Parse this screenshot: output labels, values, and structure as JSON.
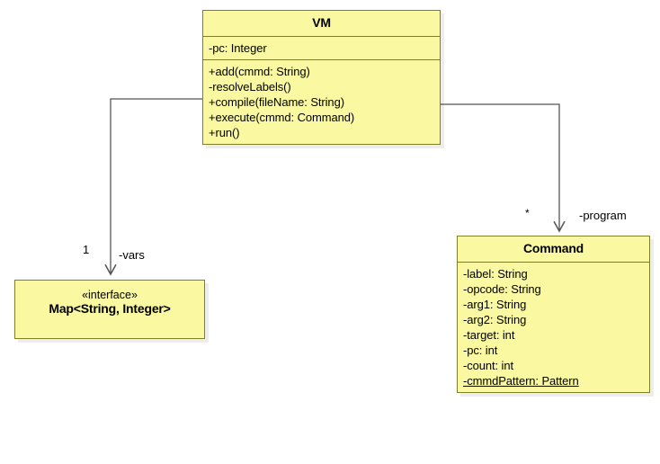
{
  "diagram": {
    "type": "uml-class-diagram",
    "background_color": "#ffffff",
    "class_fill_color": "#faf8a0",
    "class_border_color": "#7f7f26",
    "connector_color": "#555555"
  },
  "classes": {
    "vm": {
      "name": "VM",
      "attributes": [
        "-pc: Integer"
      ],
      "operations": [
        "+add(cmmd: String)",
        "-resolveLabels()",
        "+compile(fileName: String)",
        "+execute(cmmd: Command)",
        "+run()"
      ]
    },
    "command": {
      "name": "Command",
      "attributes": [
        "-label: String",
        "-opcode: String",
        "-arg1: String",
        "-arg2: String",
        "-target: int",
        "-pc: int",
        "-count: int",
        "-cmmdPattern: Pattern"
      ],
      "static_attributes": [
        "-cmmdPattern: Pattern"
      ]
    },
    "map": {
      "stereotype": "«interface»",
      "name": "Map<String, Integer>"
    }
  },
  "associations": [
    {
      "id": "vm-to-map",
      "source": "VM",
      "target": "Map<String, Integer>",
      "multiplicity": "1",
      "role": "-vars",
      "arrow": "open"
    },
    {
      "id": "vm-to-command",
      "source": "VM",
      "target": "Command",
      "multiplicity": "*",
      "role": "-program",
      "arrow": "open"
    }
  ]
}
